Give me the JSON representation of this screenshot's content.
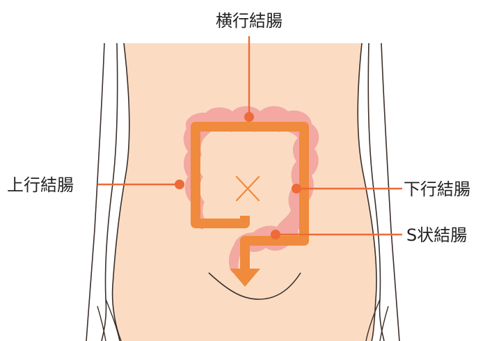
{
  "labels": {
    "transverse": "横行結腸",
    "ascending": "上行結腸",
    "descending": "下行結腸",
    "sigmoid": "S状結腸"
  },
  "colors": {
    "skin": "#fbdcc3",
    "outline": "#3a2f2a",
    "colon": "#f08a3c",
    "haustra": "#f3a8a2",
    "leader": "#ee6a37",
    "dot": "#ee6a37",
    "navel": "#f08a3c",
    "text": "#222222"
  },
  "icons": {
    "navel": "x-mark-icon",
    "direction": "arrow-down-icon"
  }
}
